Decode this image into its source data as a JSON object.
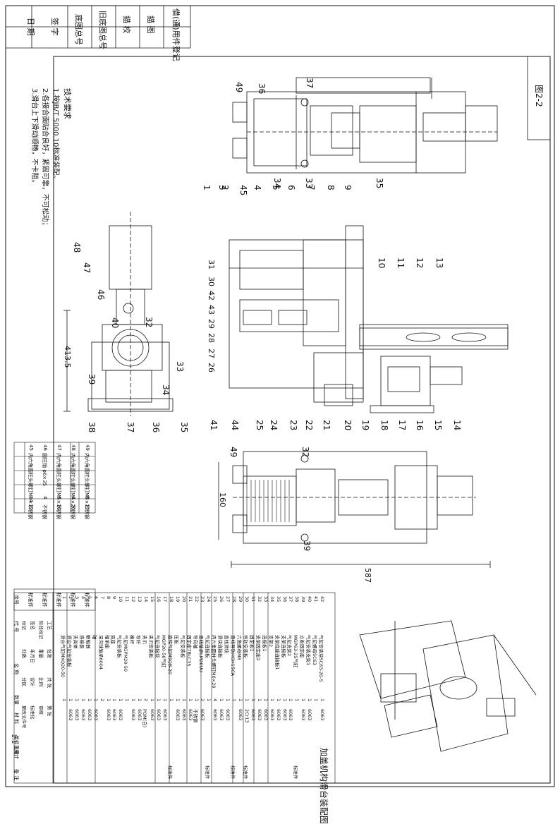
{
  "title_strip": {
    "reg_label": "借(通)用件登记",
    "rows": [
      {
        "label": "描 图",
        "value": ""
      },
      {
        "label": "描 校",
        "value": ""
      },
      {
        "label": "旧底图总号",
        "value": ""
      },
      {
        "label": "底图总号",
        "value": ""
      },
      {
        "label": "签 字",
        "value": ""
      },
      {
        "label": "日 期",
        "value": ""
      }
    ]
  },
  "figure_label": "图2-2",
  "technical_requirements": {
    "heading": "技术要求",
    "items": [
      "1.按JB/T 5000.10标准装配。",
      "2.各接合面贴合良好，紧固可靠，不可松动；",
      "3.滑台上下滑动顺畅，不卡阻。"
    ]
  },
  "dimensions": {
    "overall_length": "587",
    "width": "160",
    "side_height": "413.5"
  },
  "balloons_top": [
    "37",
    "36",
    "49",
    "34",
    "33",
    "35"
  ],
  "balloons_main_left": [
    "3",
    "1",
    "2",
    "45",
    "4",
    "5",
    "6",
    "7",
    "8",
    "9",
    "31",
    "30",
    "42",
    "43",
    "29",
    "28",
    "27",
    "26",
    "41",
    "44",
    "25",
    "24",
    "23",
    "22",
    "21",
    "20",
    "19",
    "18",
    "17",
    "16",
    "15",
    "14"
  ],
  "balloons_main_right": [
    "10",
    "11",
    "12",
    "13"
  ],
  "balloons_side": [
    "48",
    "47",
    "46",
    "40",
    "32",
    "33",
    "39",
    "34",
    "38",
    "37",
    "36",
    "35"
  ],
  "balloons_bottom": [
    "49",
    "32",
    "39"
  ],
  "small_table": {
    "rows": [
      {
        "no": "49",
        "name": "内六角圆柱头螺钉M5×12",
        "qty": "8",
        "material": "不锈钢"
      },
      {
        "no": "48",
        "name": "内六角圆柱头螺钉M4×20",
        "qty": "4",
        "material": "不锈钢"
      },
      {
        "no": "47",
        "name": "内六角圆柱头螺钉M5×16",
        "qty": "4",
        "material": "不锈钢"
      },
      {
        "no": "46",
        "name": "圆柱销 φ6×35",
        "qty": "4",
        "material": "不锈钢"
      },
      {
        "no": "45",
        "name": "内六角圆柱头螺钉M4×12",
        "qty": "14",
        "material": "不锈钢"
      }
    ],
    "side_labels": [
      "标准件",
      "标准件",
      "标准件",
      "标准件",
      "标准件"
    ]
  },
  "bom": {
    "headers": {
      "no": "序号",
      "code": "代 号",
      "name": "名 称",
      "qty": "数量",
      "material": "材 料",
      "unit_wt": "单件重量",
      "total_wt": "总计",
      "note": "备 注"
    },
    "rows": [
      {
        "no": "42",
        "name": "气缸安装块SC63-20-S",
        "qty": "1",
        "material": "6063",
        "note": ""
      },
      {
        "no": "41",
        "name": "气缸螺母SC63",
        "qty": "1",
        "material": "",
        "note": ""
      },
      {
        "no": "40",
        "name": "气缸安装支架1",
        "qty": "1",
        "material": "6063",
        "note": ""
      },
      {
        "no": "39",
        "name": "立板固定座",
        "qty": "1",
        "material": "6063",
        "note": ""
      },
      {
        "no": "38",
        "name": "MGP63-25气缸",
        "qty": "1",
        "material": "",
        "note": "标准件"
      },
      {
        "no": "37",
        "name": "气缸支架2",
        "qty": "1",
        "material": "6063",
        "note": ""
      },
      {
        "no": "36",
        "name": "支架连接板",
        "qty": "1",
        "material": "6063",
        "note": ""
      },
      {
        "no": "35",
        "name": "支架底座连接板1",
        "qty": "1",
        "material": "6063",
        "note": ""
      },
      {
        "no": "34",
        "name": "支架2",
        "qty": "1",
        "material": "6063",
        "note": ""
      },
      {
        "no": "33",
        "name": "连接板1",
        "qty": "1",
        "material": "6063",
        "note": ""
      },
      {
        "no": "32",
        "name": "支架固定座2",
        "qty": "1",
        "material": "6063",
        "note": ""
      },
      {
        "no": "31",
        "name": "固定板1",
        "qty": "1",
        "material": "6063",
        "note": ""
      },
      {
        "no": "30",
        "name": "导轨安装板",
        "qty": "1",
        "material": "2Cr13",
        "note": "标准件"
      },
      {
        "no": "29",
        "name": "六角螺母M8",
        "qty": "1",
        "material": "6063",
        "note": ""
      },
      {
        "no": "28",
        "name": "直线导轨HGH15CA",
        "qty": "1",
        "material": "",
        "note": "标准件"
      },
      {
        "no": "27",
        "name": "直线滑块",
        "qty": "1",
        "material": "6063",
        "note": ""
      },
      {
        "no": "26",
        "name": "滑块连接板",
        "qty": "1",
        "material": "6063",
        "note": ""
      },
      {
        "no": "25",
        "name": "内六角圆柱头螺钉M6×20",
        "qty": "4",
        "material": "6063",
        "note": ""
      },
      {
        "no": "24",
        "name": "气缸连接板",
        "qty": "1",
        "material": "",
        "note": "标准件"
      },
      {
        "no": "23",
        "name": "直线轴承LM20UU",
        "qty": "2",
        "material": "6063",
        "note": ""
      },
      {
        "no": "22",
        "name": "导向轴",
        "qty": "1",
        "material": "不锈钢",
        "note": ""
      },
      {
        "no": "21",
        "name": "固定座TBLC35",
        "qty": "1",
        "material": "6063",
        "note": ""
      },
      {
        "no": "20",
        "name": "气缸安装板",
        "qty": "1",
        "material": "6063",
        "note": ""
      },
      {
        "no": "19",
        "name": "压板",
        "qty": "1",
        "material": "6063",
        "note": ""
      },
      {
        "no": "18",
        "name": "旋转气缸MSQB-20",
        "qty": "1",
        "material": "",
        "note": "标准件"
      },
      {
        "no": "17",
        "name": "MGP20-50气缸",
        "qty": "1",
        "material": "6063",
        "note": ""
      },
      {
        "no": "16",
        "name": "气缸连接块",
        "qty": "1",
        "material": "6063",
        "note": ""
      },
      {
        "no": "15",
        "name": "夹爪安装板",
        "qty": "1",
        "material": "6063",
        "note": ""
      },
      {
        "no": "14",
        "name": "夹爪",
        "qty": "2",
        "material": "POM(白)",
        "note": ""
      },
      {
        "no": "13",
        "name": "导杆",
        "qty": "1",
        "material": "6063",
        "note": ""
      },
      {
        "no": "12",
        "name": "推杆",
        "qty": "1",
        "material": "6063",
        "note": ""
      },
      {
        "no": "11",
        "name": "气缸MGPM20-50",
        "qty": "1",
        "material": "",
        "note": ""
      },
      {
        "no": "10",
        "name": "气缸安装板",
        "qty": "1",
        "material": "6063",
        "note": ""
      },
      {
        "no": "9",
        "name": "底座",
        "qty": "1",
        "material": "6063",
        "note": ""
      },
      {
        "no": "8",
        "name": "轴承座",
        "qty": "1",
        "material": "6063",
        "note": ""
      },
      {
        "no": "7",
        "name": "深沟球轴承6004",
        "qty": "2",
        "material": "",
        "note": ""
      },
      {
        "no": "6",
        "name": "轴",
        "qty": "1",
        "material": "6063",
        "note": ""
      },
      {
        "no": "5",
        "name": "联轴器",
        "qty": "1",
        "material": "6063",
        "note": ""
      },
      {
        "no": "4",
        "name": "连接盘",
        "qty": "1",
        "material": "6063",
        "note": ""
      },
      {
        "no": "3",
        "name": "夹具体",
        "qty": "1",
        "material": "6063",
        "note": ""
      },
      {
        "no": "2",
        "name": "滑台气缸安装板",
        "qty": "1",
        "material": "6063",
        "note": ""
      },
      {
        "no": "1",
        "name": "滑台气缸MXQ20-50",
        "qty": "1",
        "material": "",
        "note": ""
      }
    ]
  },
  "title_block": {
    "drawing_title": "加盖机构滑台装配图",
    "cells": [
      "标记",
      "处数",
      "分区",
      "更改文件号",
      "签名",
      "年月日",
      "设计",
      "标准化",
      "阶段标记",
      "重量",
      "比例",
      "审核",
      "工艺",
      "批准",
      "共 张",
      "第 张"
    ],
    "scale": "1:1"
  },
  "colors": {
    "line": "#111111",
    "paper": "#ffffff"
  }
}
